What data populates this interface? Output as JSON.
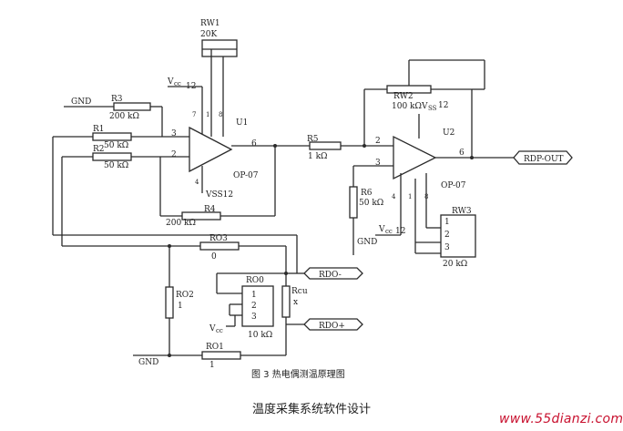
{
  "figure": {
    "caption": "图 3    热电偶测温原理图",
    "page_caption": "温度采集系统软件设计",
    "watermark": "www.55dianzi.com"
  },
  "components": {
    "rw1_name": "RW1",
    "rw1_value": "20K",
    "r3_name": "R3",
    "r3_value": "200 kΩ",
    "r1_name": "R1",
    "r1_value": "50 kΩ",
    "r2_name": "R2",
    "r2_value": "50 kΩ",
    "r4_name": "R4",
    "r4_value": "200 kΩ",
    "r5_name": "R5",
    "r5_value": "1 kΩ",
    "r6_name": "R6",
    "r6_value": "50 kΩ",
    "rw2_name": "RW2",
    "rw2_value": "100 kΩ",
    "rw3_name": "RW3",
    "rw3_value": "20 kΩ",
    "ro0_name": "RO0",
    "ro0_value": "10 kΩ",
    "ro1_name": "RO1",
    "ro1_value": "1",
    "ro2_name": "RO2",
    "ro2_value": "1",
    "ro3_name": "RO3",
    "ro3_value": "0",
    "rcu_name": "Rcu",
    "rcu_value": "x",
    "u1_name": "U1",
    "u1_model": "OP-07",
    "u2_name": "U2",
    "u2_model": "OP-07"
  },
  "nets": {
    "gnd": "GND",
    "vcc": "V",
    "vcc_sub": "cc",
    "vss": "V",
    "vss_sub": "SS",
    "vss12": "VSS12",
    "num12": "12",
    "rdp_out": "RDP-OUT",
    "rdo_minus": "RDO-",
    "rdo_plus": "RDO+"
  },
  "pins": {
    "p1": "1",
    "p2": "2",
    "p3": "3",
    "p6": "6",
    "p7": "7",
    "p8": "8",
    "p4": "4"
  }
}
